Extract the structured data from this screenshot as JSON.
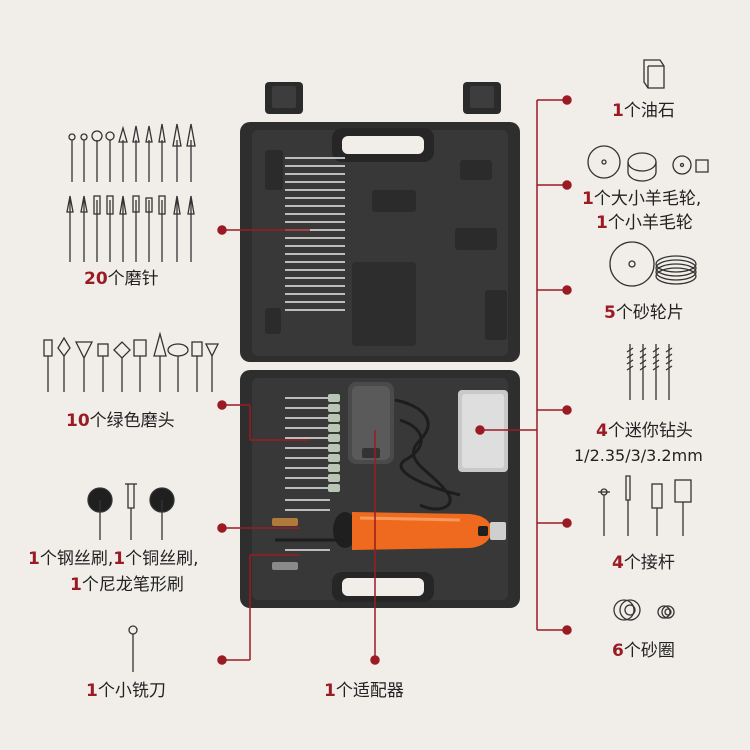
{
  "accent_color": "#9a1b24",
  "case_color": "#2b2b2b",
  "motor_color": "#ef6a1f",
  "labels": {
    "grinding_needles": {
      "num": "20",
      "text": "个磨针"
    },
    "green_heads": {
      "num": "10",
      "text": "个绿色磨头"
    },
    "brushes_line1": {
      "num1": "1",
      "text1": "个钢丝刷,",
      "num2": "1",
      "text2": "个铜丝刷,"
    },
    "brushes_line2": {
      "num": "1",
      "text": "个尼龙笔形刷"
    },
    "milling_cutter": {
      "num": "1",
      "text": "个小铣刀"
    },
    "adapter": {
      "num": "1",
      "text": "个适配器"
    },
    "oil_stone": {
      "num": "1",
      "text": "个油石"
    },
    "wool_wheel_line1": {
      "num": "1",
      "text": "个大小羊毛轮,"
    },
    "wool_wheel_line2": {
      "num": "1",
      "text": "个小羊毛轮"
    },
    "cutting_discs": {
      "num": "5",
      "text": "个砂轮片"
    },
    "mini_drills": {
      "num": "4",
      "text": "个迷你钻头"
    },
    "mini_drills_sizes": "1/2.35/3/3.2mm",
    "extension_rods": {
      "num": "4",
      "text": "个接杆"
    },
    "sanding_rings": {
      "num": "6",
      "text": "个砂圈"
    }
  }
}
